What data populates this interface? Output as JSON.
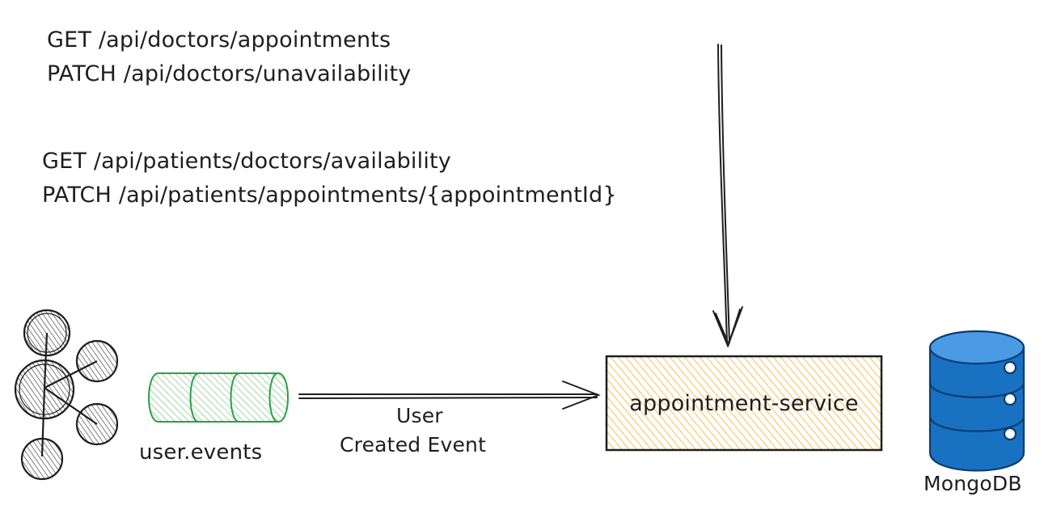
{
  "endpoints": {
    "doctors": {
      "get": "GET /api/doctors/appointments",
      "patch": "PATCH /api/doctors/unavailability"
    },
    "patients": {
      "get": "GET /api/patients/doctors/availability",
      "patch": "PATCH /api/patients/appointments/{appointmentId}"
    }
  },
  "service": {
    "label": "appointment-service",
    "fill_color": "#f0b429",
    "border_color": "#1e1e1e"
  },
  "kafka_topic": {
    "label": "user.events",
    "color": "#2f9e44"
  },
  "event": {
    "line1": "User",
    "line2": "Created Event"
  },
  "database": {
    "label": "MongoDB",
    "color": "#1971c2"
  },
  "icons": {
    "broker": "kafka-cluster-icon",
    "queue": "queue-cylinder-icon",
    "db": "database-cylinder-icon"
  }
}
